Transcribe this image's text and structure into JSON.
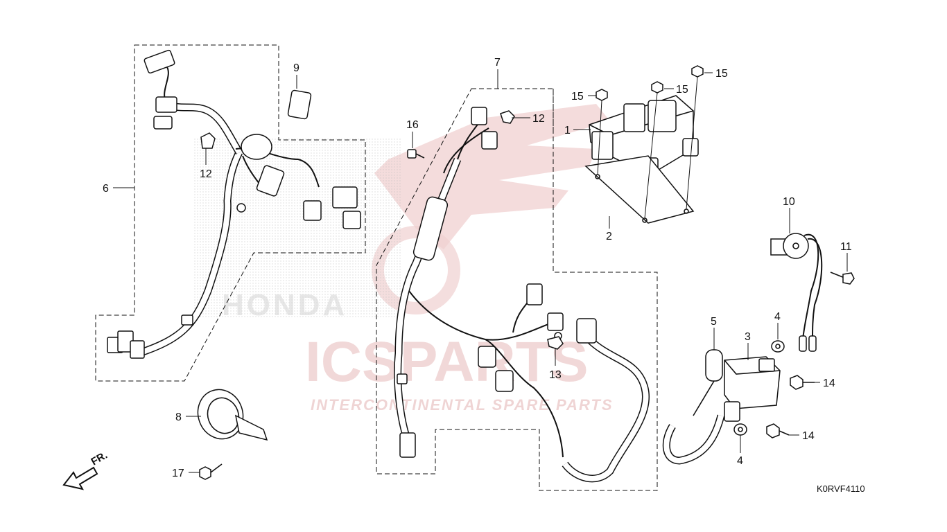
{
  "watermark": {
    "brand": "ICSPARTS",
    "tagline": "INTERCONTINENTAL SPARE PARTS",
    "logo_text": "HONDA"
  },
  "diagram_code": "K0RVF4110",
  "front_indicator": "FR.",
  "callouts": {
    "c1": "1",
    "c2": "2",
    "c3": "3",
    "c4a": "4",
    "c4b": "4",
    "c5": "5",
    "c6": "6",
    "c7": "7",
    "c8": "8",
    "c9": "9",
    "c10": "10",
    "c11": "11",
    "c12a": "12",
    "c12b": "12",
    "c13": "13",
    "c14a": "14",
    "c14b": "14",
    "c15a": "15",
    "c15b": "15",
    "c15c": "15",
    "c16": "16",
    "c17": "17"
  },
  "colors": {
    "line": "#111111",
    "watermark_red": "#e6b9b9",
    "watermark_gray": "#d8d8d8"
  }
}
